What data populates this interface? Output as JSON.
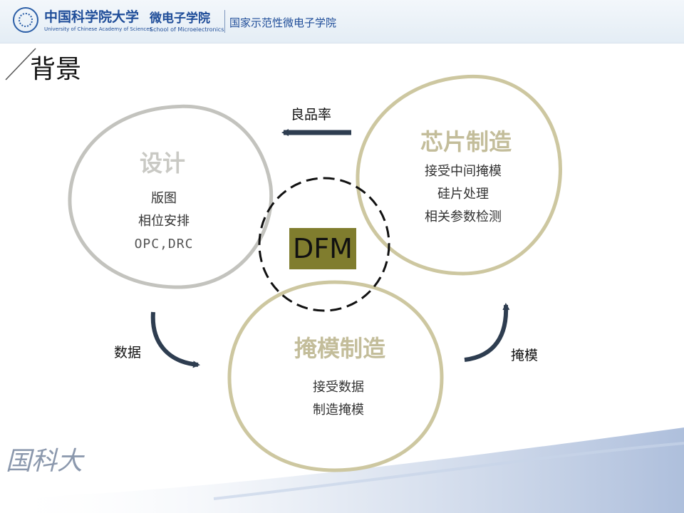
{
  "header": {
    "org_cn": "中国科学院大学",
    "org_en": "University of Chinese Academy of Sciences",
    "school_cn": "微电子学院",
    "school_en": "School of Microelectronics",
    "demo_school": "国家示范性微电子学院"
  },
  "page_title": "背景",
  "diagram": {
    "center_label": "DFM",
    "design": {
      "title": "设计",
      "items": [
        "版图",
        "相位安排",
        "OPC,DRC"
      ]
    },
    "fab": {
      "title": "芯片制造",
      "items": [
        "接受中间掩模",
        "硅片处理",
        "相关参数检测"
      ]
    },
    "mask": {
      "title": "掩模制造",
      "items": [
        "接受数据",
        "制造掩模"
      ]
    },
    "arrows": {
      "yield": "良品率",
      "data": "数据",
      "mask": "掩模"
    }
  },
  "footer": {
    "watermark": "国科大"
  },
  "colors": {
    "gray_circle": "#c3c3be",
    "khaki_circle": "#cdc7a0",
    "dfm_fill": "#807d2e",
    "arrow": "#2e3d50"
  }
}
